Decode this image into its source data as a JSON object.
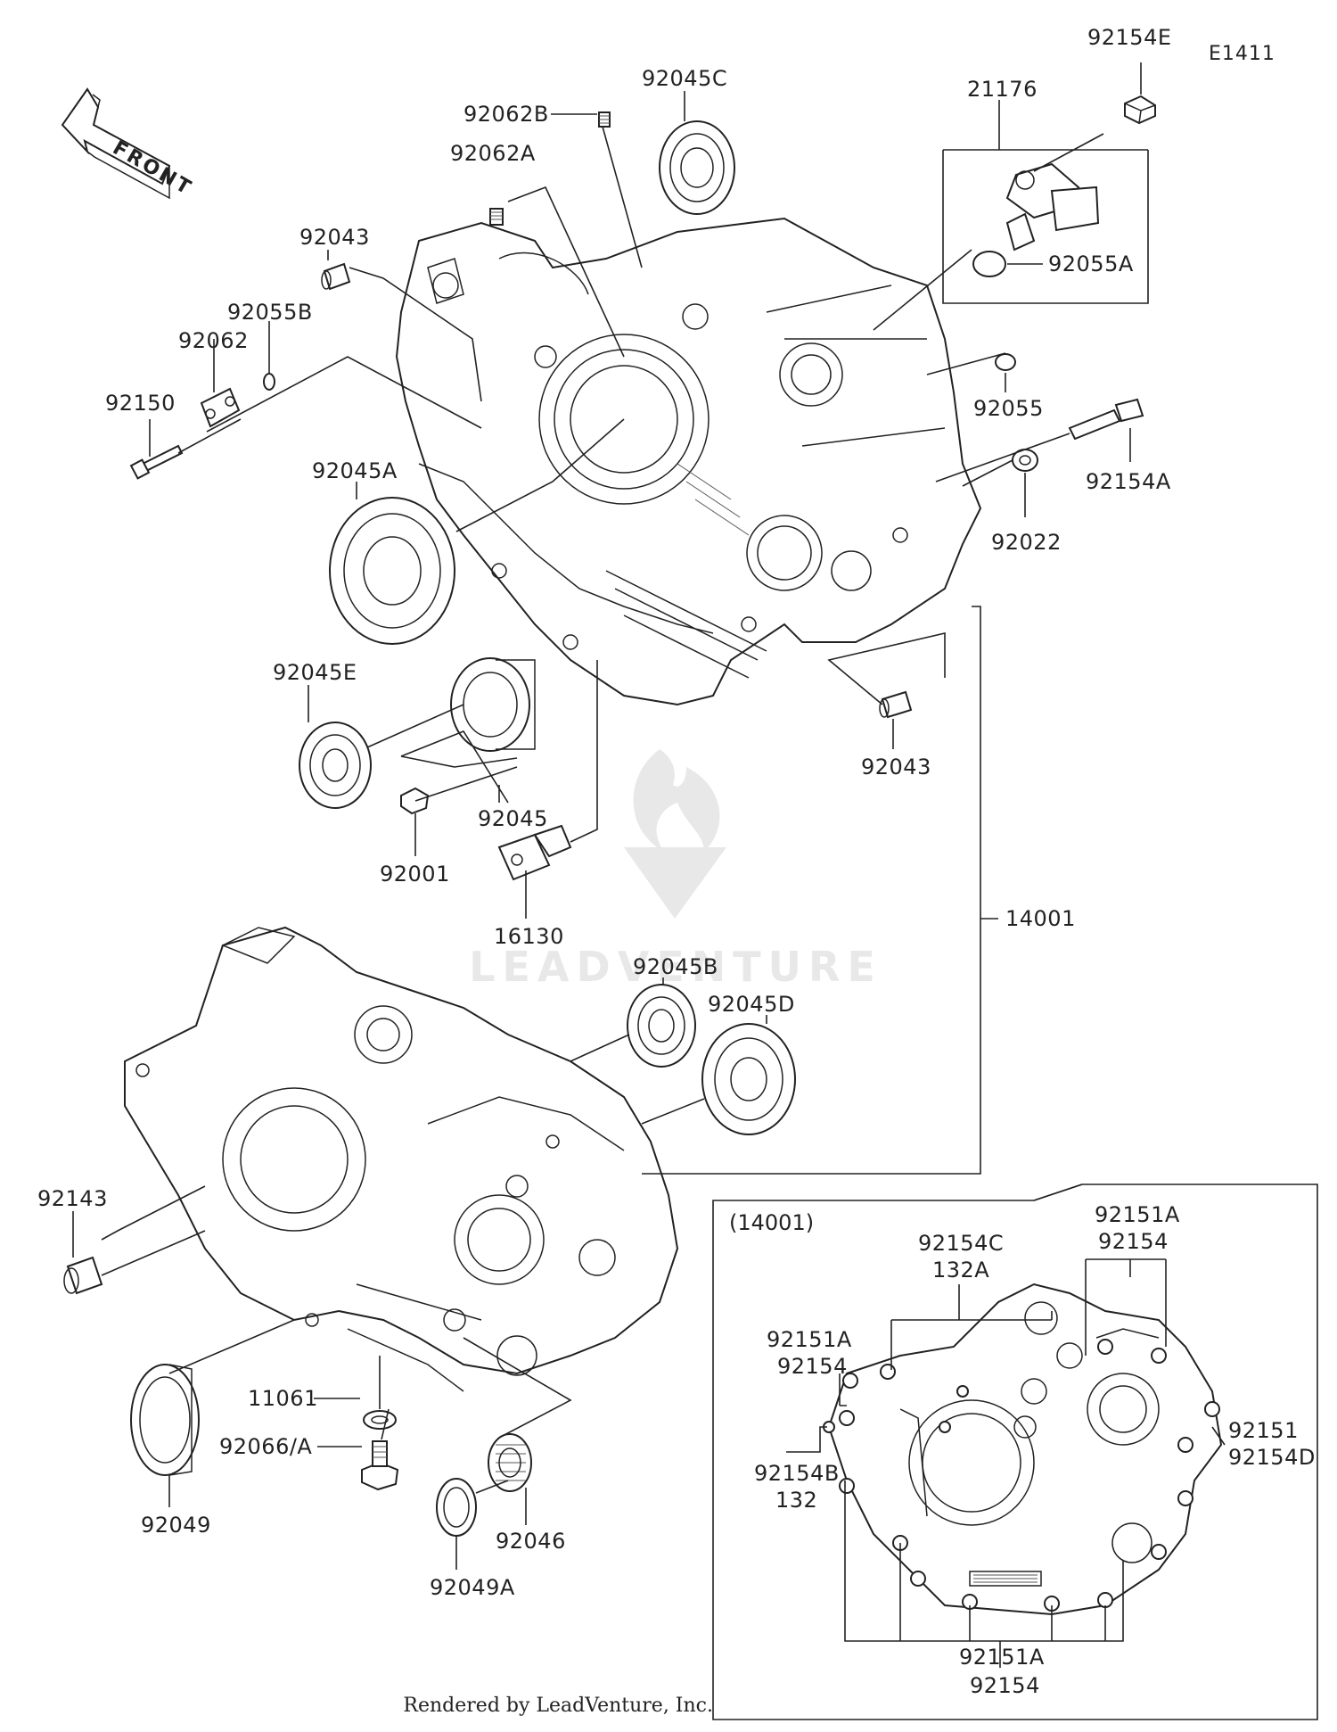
{
  "diagram": {
    "code": "E1411",
    "front_arrow_label": "FRONT",
    "watermark_text": "LEADVENTURE",
    "footer": "Rendered by LeadVenture, Inc.",
    "inset_title": "(14001)"
  },
  "labels": {
    "p92154E": "92154E",
    "p21176": "21176",
    "p92045C": "92045C",
    "p92062B": "92062B",
    "p92062A": "92062A",
    "p92043_top": "92043",
    "p92055B": "92055B",
    "p92062": "92062",
    "p92150": "92150",
    "p92055A": "92055A",
    "p92055": "92055",
    "p92154A": "92154A",
    "p92022": "92022",
    "p92045A": "92045A",
    "p92045E": "92045E",
    "p92043_mid": "92043",
    "p92045": "92045",
    "p92001": "92001",
    "p16130": "16130",
    "p14001": "14001",
    "p92045B": "92045B",
    "p92045D": "92045D",
    "p92143": "92143",
    "p11061": "11061",
    "p92066A": "92066/A",
    "p92049": "92049",
    "p92049A": "92049A",
    "p92046": "92046",
    "i92151A_1": "92151A",
    "i92154_1": "92154",
    "i92154C": "92154C",
    "i132A": "132A",
    "i92151A_2": "92151A",
    "i92154_2": "92154",
    "i92151": "92151",
    "i92154D": "92154D",
    "i92154B": "92154B",
    "i132": "132",
    "i92151A_3": "92151A",
    "i92154_3": "92154"
  }
}
